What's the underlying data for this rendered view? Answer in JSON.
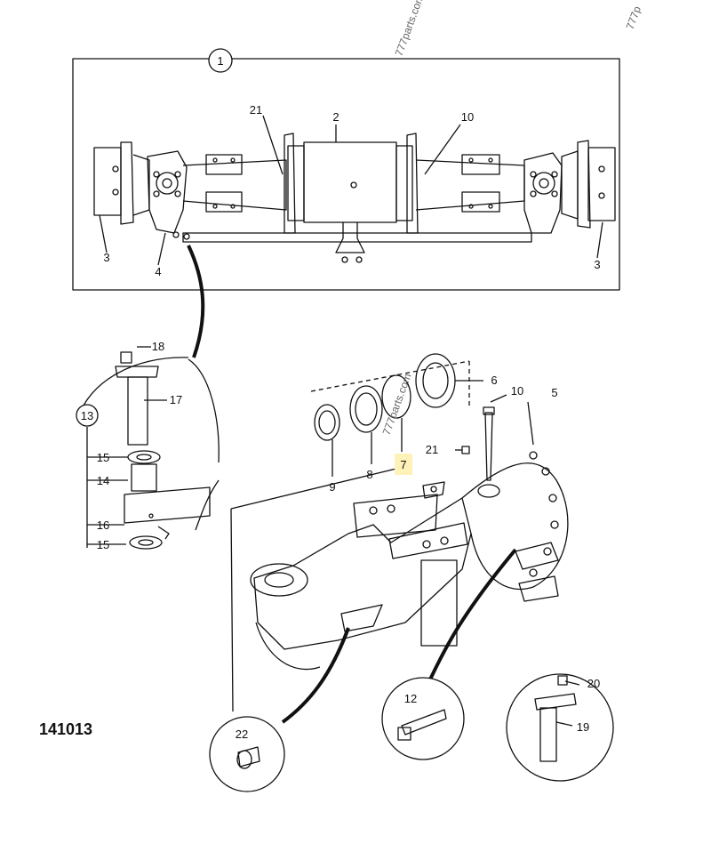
{
  "watermarks": [
    "777parts.com",
    "777p",
    "777parts.com"
  ],
  "callout_main": "1",
  "callout_ring": "13",
  "figure_number": "141013",
  "highlighted_label": "7",
  "labels": {
    "top_21": "21",
    "top_2": "2",
    "top_10": "10",
    "top_3_left": "3",
    "top_4": "4",
    "top_3_right": "3",
    "p18": "18",
    "p17": "17",
    "p15a": "15",
    "p14": "14",
    "p16": "16",
    "p15b": "15",
    "p6": "6",
    "p10": "10",
    "p5": "5",
    "p21": "21",
    "p9": "9",
    "p8": "8",
    "p22": "22",
    "p12": "12",
    "p20": "20",
    "p19": "19"
  },
  "colors": {
    "line": "#111111",
    "highlight": "#fff2b8"
  }
}
